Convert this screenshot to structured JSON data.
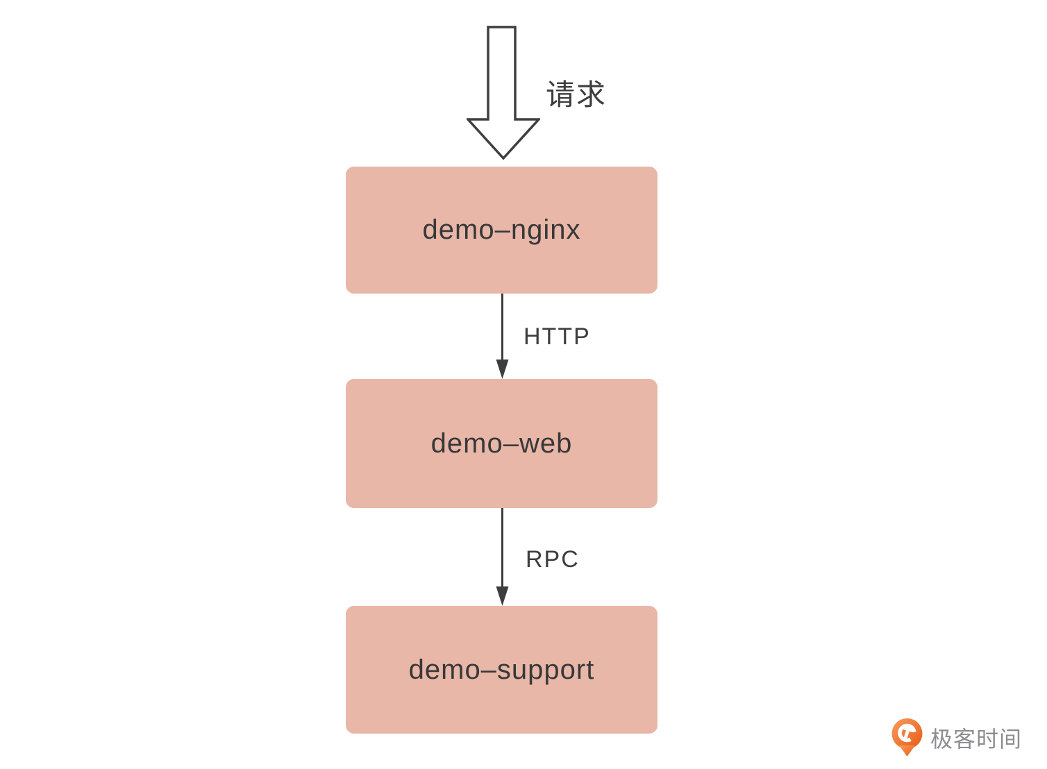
{
  "diagram": {
    "entry": {
      "label": "请求",
      "icon": "down-arrow-outline-icon"
    },
    "nodes": [
      {
        "id": "demo-nginx",
        "label": "demo–nginx"
      },
      {
        "id": "demo-web",
        "label": "demo–web"
      },
      {
        "id": "demo-support",
        "label": "demo–support"
      }
    ],
    "edges": [
      {
        "from": "demo-nginx",
        "to": "demo-web",
        "label": "HTTP"
      },
      {
        "from": "demo-web",
        "to": "demo-support",
        "label": "RPC"
      }
    ],
    "colors": {
      "node_fill": "#e8b7a7",
      "connector": "#3d3d3d",
      "node_text": "#38383a",
      "background": "#ffffff"
    }
  },
  "branding": {
    "logo_text": "极客时间",
    "logo_icon": "geektime-logo-icon",
    "logo_text_color": "#8d8d91",
    "logo_orange_start": "#f99a5e",
    "logo_orange_end": "#e65c15"
  }
}
